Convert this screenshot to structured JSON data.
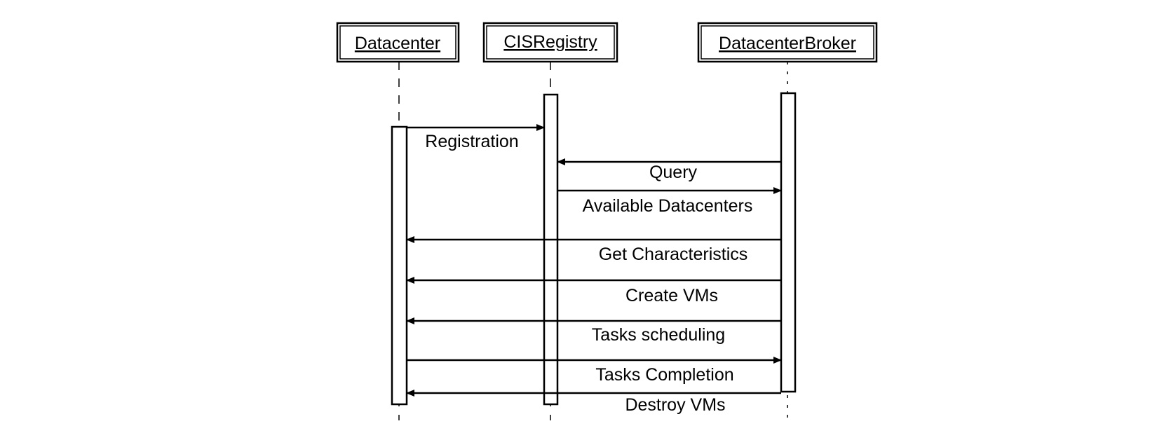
{
  "lifelines": [
    {
      "id": "datacenter",
      "label": "Datacenter"
    },
    {
      "id": "cisregistry",
      "label": "CISRegistry"
    },
    {
      "id": "broker",
      "label": "DatacenterBroker"
    }
  ],
  "messages": [
    {
      "label": "Registration",
      "from": "datacenter",
      "to": "cisregistry"
    },
    {
      "label": "Query",
      "from": "broker",
      "to": "cisregistry"
    },
    {
      "label": "Available Datacenters",
      "from": "cisregistry",
      "to": "broker"
    },
    {
      "label": "Get Characteristics",
      "from": "broker",
      "to": "datacenter"
    },
    {
      "label": "Create VMs",
      "from": "broker",
      "to": "datacenter"
    },
    {
      "label": "Tasks scheduling",
      "from": "broker",
      "to": "datacenter"
    },
    {
      "label": "Tasks Completion",
      "from": "datacenter",
      "to": "broker"
    },
    {
      "label": "Destroy VMs",
      "from": "broker",
      "to": "datacenter"
    }
  ]
}
